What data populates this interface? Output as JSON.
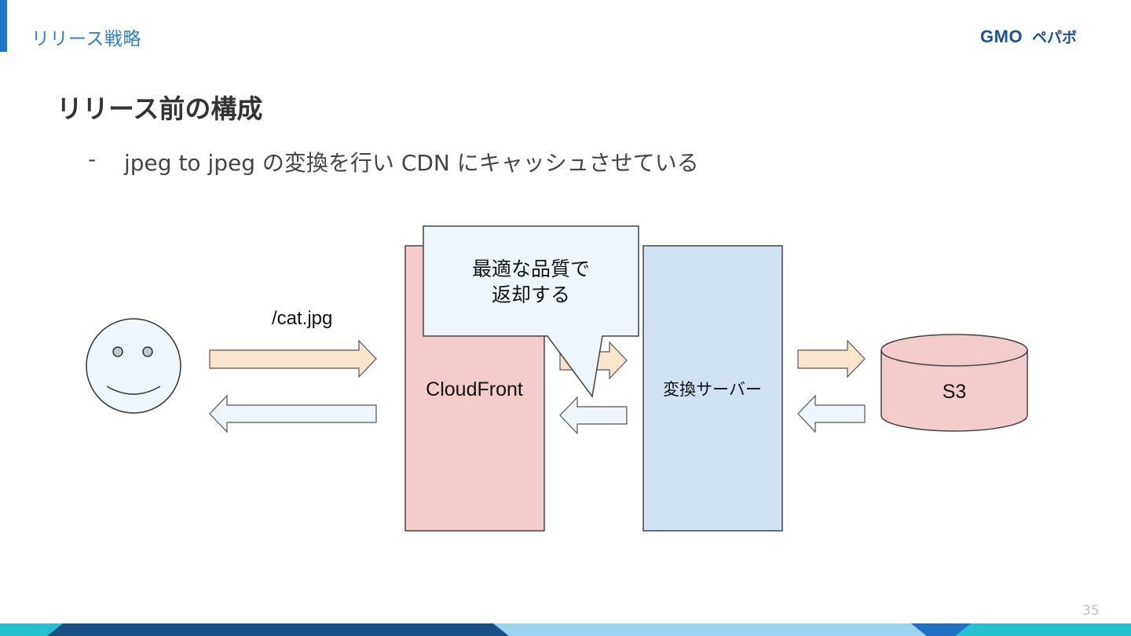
{
  "header": {
    "section_title": "リリース戦略",
    "logo_text": "GMOペパボ"
  },
  "slide": {
    "title": "リリース前の構成",
    "bullet_marker": "-",
    "bullet_text": "jpeg to jpeg の変換を行い CDN にキャッシュさせている",
    "page_number": "35"
  },
  "diagram": {
    "request_path": "/cat.jpg",
    "cloudfront_label": "CloudFront",
    "converter_label": "変換サーバー",
    "s3_label": "S3",
    "callout_line1": "最適な品質で",
    "callout_line2": "返却する"
  },
  "colors": {
    "accent": "#1f76c8",
    "cloudfront_fill": "#f4cccc",
    "converter_fill": "#cfe2f3",
    "s3_fill": "#f4cccc",
    "request_arrow_fill": "#fce5cd",
    "response_arrow_fill": "#eef6fb",
    "face_fill": "#eef6fb"
  }
}
